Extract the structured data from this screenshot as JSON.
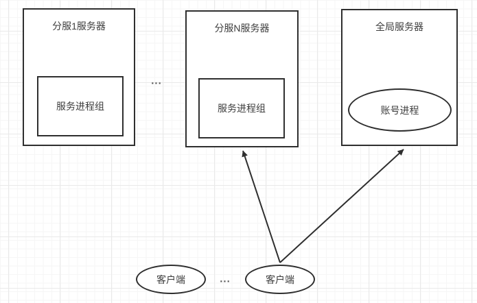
{
  "diagram": {
    "type": "architecture-diagram",
    "stroke_color": "#2e2e2e",
    "text_color": "#3c3c3c",
    "background": "#ffffff",
    "grid_minor_color": "#f6f6f6",
    "grid_major_color": "#e9e9e9",
    "nodes": {
      "server1": {
        "label": "分服1服务器",
        "shape": "rectangle"
      },
      "server1_process_group": {
        "label": "服务进程组",
        "shape": "rectangle"
      },
      "server_dots": {
        "label": "..."
      },
      "serverN": {
        "label": "分服N服务器",
        "shape": "rectangle"
      },
      "serverN_process_group": {
        "label": "服务进程组",
        "shape": "rectangle"
      },
      "global_server": {
        "label": "全局服务器",
        "shape": "rectangle"
      },
      "account_process": {
        "label": "账号进程",
        "shape": "ellipse"
      },
      "client1": {
        "label": "客户端",
        "shape": "ellipse"
      },
      "client_dots": {
        "label": "..."
      },
      "client2": {
        "label": "客户端",
        "shape": "ellipse"
      }
    },
    "edges": [
      {
        "from": "client2",
        "to": "serverN",
        "style": "solid-arrow"
      },
      {
        "from": "client2",
        "to": "global_server",
        "style": "solid-arrow"
      }
    ]
  }
}
